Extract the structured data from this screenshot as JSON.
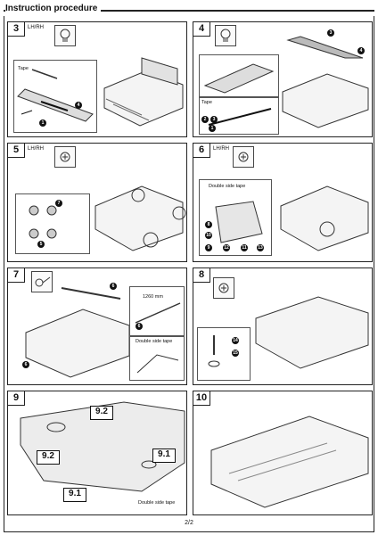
{
  "page": {
    "title": "Instruction procedure",
    "page_number": "2/2"
  },
  "panels": {
    "p3": {
      "num": "3",
      "side": "LH/RH",
      "tape": "Tape",
      "c1": "1",
      "c4": "4"
    },
    "p4": {
      "num": "4",
      "tape": "Tape",
      "c2": "2",
      "c3": "3",
      "c1": "1",
      "c3b": "3",
      "c4": "4"
    },
    "p5": {
      "num": "5",
      "side": "LH/RH",
      "c7": "7",
      "c5": "5"
    },
    "p6": {
      "num": "6",
      "side": "LH/RH",
      "tape": "Double side tape",
      "c8": "8",
      "c10": "10",
      "c9": "9",
      "c12": "12",
      "c11": "11",
      "c13": "13"
    },
    "p7": {
      "num": "7",
      "dim": "1260 mm",
      "tape": "Double side tape",
      "c6a": "6",
      "c6b": "6",
      "c6c": "6"
    },
    "p8": {
      "num": "8",
      "c14": "14",
      "c15": "15"
    },
    "p9": {
      "num": "9",
      "l92a": "9.2",
      "l92b": "9.2",
      "l91a": "9.1",
      "l91b": "9.1",
      "tape": "Double side tape"
    },
    "p10": {
      "num": "10"
    }
  }
}
